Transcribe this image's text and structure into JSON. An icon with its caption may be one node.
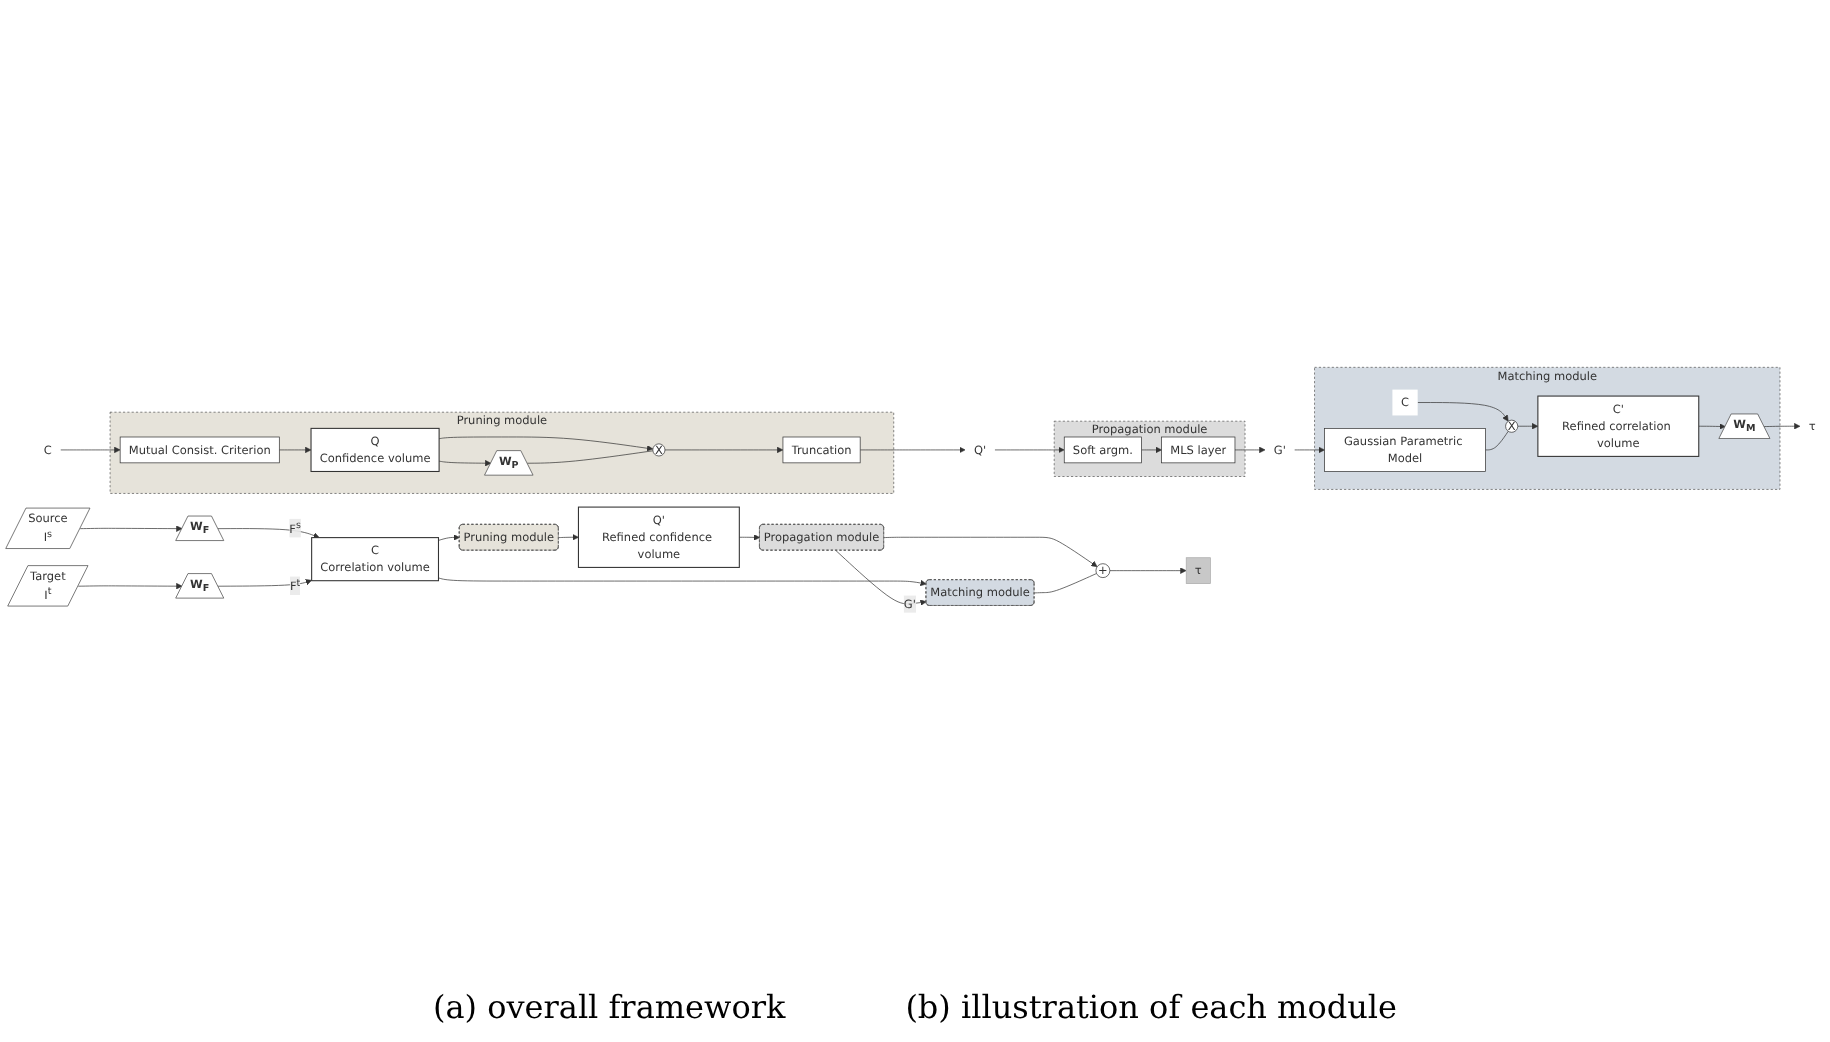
{
  "diagram": {
    "nodes": [
      {
        "text": [
          "Source",
          "I$^{s}$"
        ]
      },
      {
        "text": [
          "Target",
          "I$^{t}$"
        ]
      },
      {
        "text": [
          "W$_{F}$"
        ]
      },
      {
        "text": [
          "W$_{F}$"
        ]
      },
      {
        "text": [
          "C",
          "Correlation volume"
        ]
      },
      {
        "text": [
          "Pruning module"
        ]
      },
      {
        "text": [
          "Q'",
          "Refined confidence volume"
        ]
      },
      {
        "text": [
          "Propagation module"
        ]
      },
      {
        "text": [
          "Matching module"
        ]
      },
      {
        "text": [
          "+"
        ]
      },
      {
        "text": [
          "τ"
        ]
      },
      {
        "text": [
          "C"
        ]
      },
      {
        "text": [
          "Pruning module"
        ]
      },
      {
        "text": [
          "Mutual Consist. Criterion"
        ],
        "in": 12
      },
      {
        "text": [
          "Q",
          "Confidence volume"
        ],
        "in": 12
      },
      {
        "text": [
          "W$_{P}$"
        ],
        "in": 12
      },
      {
        "text": [
          "X"
        ],
        "in": 12
      },
      {
        "text": [
          "Truncation"
        ],
        "in": 12
      },
      {
        "text": [
          "Q'"
        ]
      },
      {
        "text": [
          "Propagation module"
        ]
      },
      {
        "text": [
          "Soft argm."
        ],
        "in": 19
      },
      {
        "text": [
          "MLS layer"
        ],
        "in": 19
      },
      {
        "text": [
          "G'"
        ]
      },
      {
        "text": [
          "Matching module"
        ]
      },
      {
        "text": [
          "Gaussian Parametric Model"
        ],
        "in": 23
      },
      {
        "text": [
          "C"
        ],
        "in": 23
      },
      {
        "text": [
          "X"
        ],
        "in": 23
      },
      {
        "text": [
          "C'",
          "Refined correlation volume"
        ],
        "in": 23
      },
      {
        "text": [
          "W$_{M}$"
        ],
        "in": 23
      },
      {
        "text": [
          "τ"
        ]
      }
    ],
    "edges": [
      {
        "from": 0,
        "to": 2,
        "arrow": "to"
      },
      {
        "from": 1,
        "to": 3,
        "arrow": "to"
      },
      {
        "from": 2,
        "to": 4,
        "arrow": "to",
        "label": "F$^{s}$"
      },
      {
        "from": 3,
        "to": 4,
        "arrow": "to",
        "label": "F$^{t}$"
      },
      {
        "from": 4,
        "to": 5,
        "arrow": "to"
      },
      {
        "from": 4,
        "to": 8,
        "arrow": "to"
      },
      {
        "from": 5,
        "to": 6,
        "arrow": "to"
      },
      {
        "from": 6,
        "to": 7,
        "arrow": "to"
      },
      {
        "from": 7,
        "to": 8,
        "arrow": "to",
        "label": "G'"
      },
      {
        "from": 7,
        "to": 9,
        "arrow": "to"
      },
      {
        "from": 8,
        "to": 9,
        "arrow": "none"
      },
      {
        "from": 9,
        "to": 10,
        "arrow": "to"
      },
      {
        "from": 11,
        "to": 13,
        "arrow": "to"
      },
      {
        "from": 13,
        "to": 14,
        "arrow": "to"
      },
      {
        "from": 14,
        "to": 15,
        "arrow": "to"
      },
      {
        "from": 14,
        "to": 16,
        "arrow": "to"
      },
      {
        "from": 15,
        "to": 16,
        "arrow": "none"
      },
      {
        "from": 16,
        "to": 17,
        "arrow": "to"
      },
      {
        "from": 17,
        "to": 18,
        "arrow": "to"
      },
      {
        "from": 18,
        "to": 20,
        "arrow": "to"
      },
      {
        "from": 20,
        "to": 21,
        "arrow": "to"
      },
      {
        "from": 21,
        "to": 22,
        "arrow": "to"
      },
      {
        "from": 22,
        "to": 24,
        "arrow": "to"
      },
      {
        "from": 25,
        "to": 26,
        "arrow": "to"
      },
      {
        "from": 24,
        "to": 26,
        "arrow": "none"
      },
      {
        "from": 26,
        "to": 27,
        "arrow": "to"
      },
      {
        "from": 27,
        "to": 28,
        "arrow": "to"
      },
      {
        "from": 28,
        "to": 29,
        "arrow": "to"
      }
    ],
    "labels": [
      "(a) overall framework",
      "(b) illustration of each module"
    ]
  }
}
